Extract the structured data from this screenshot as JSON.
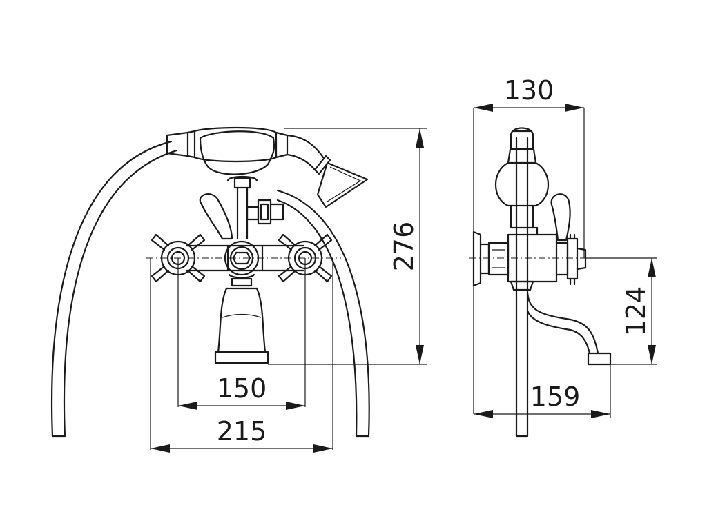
{
  "dimensions": {
    "width_outer": "215",
    "width_inner": "150",
    "height_total": "276",
    "depth_top": "130",
    "spout_height": "124",
    "spout_reach": "159"
  }
}
